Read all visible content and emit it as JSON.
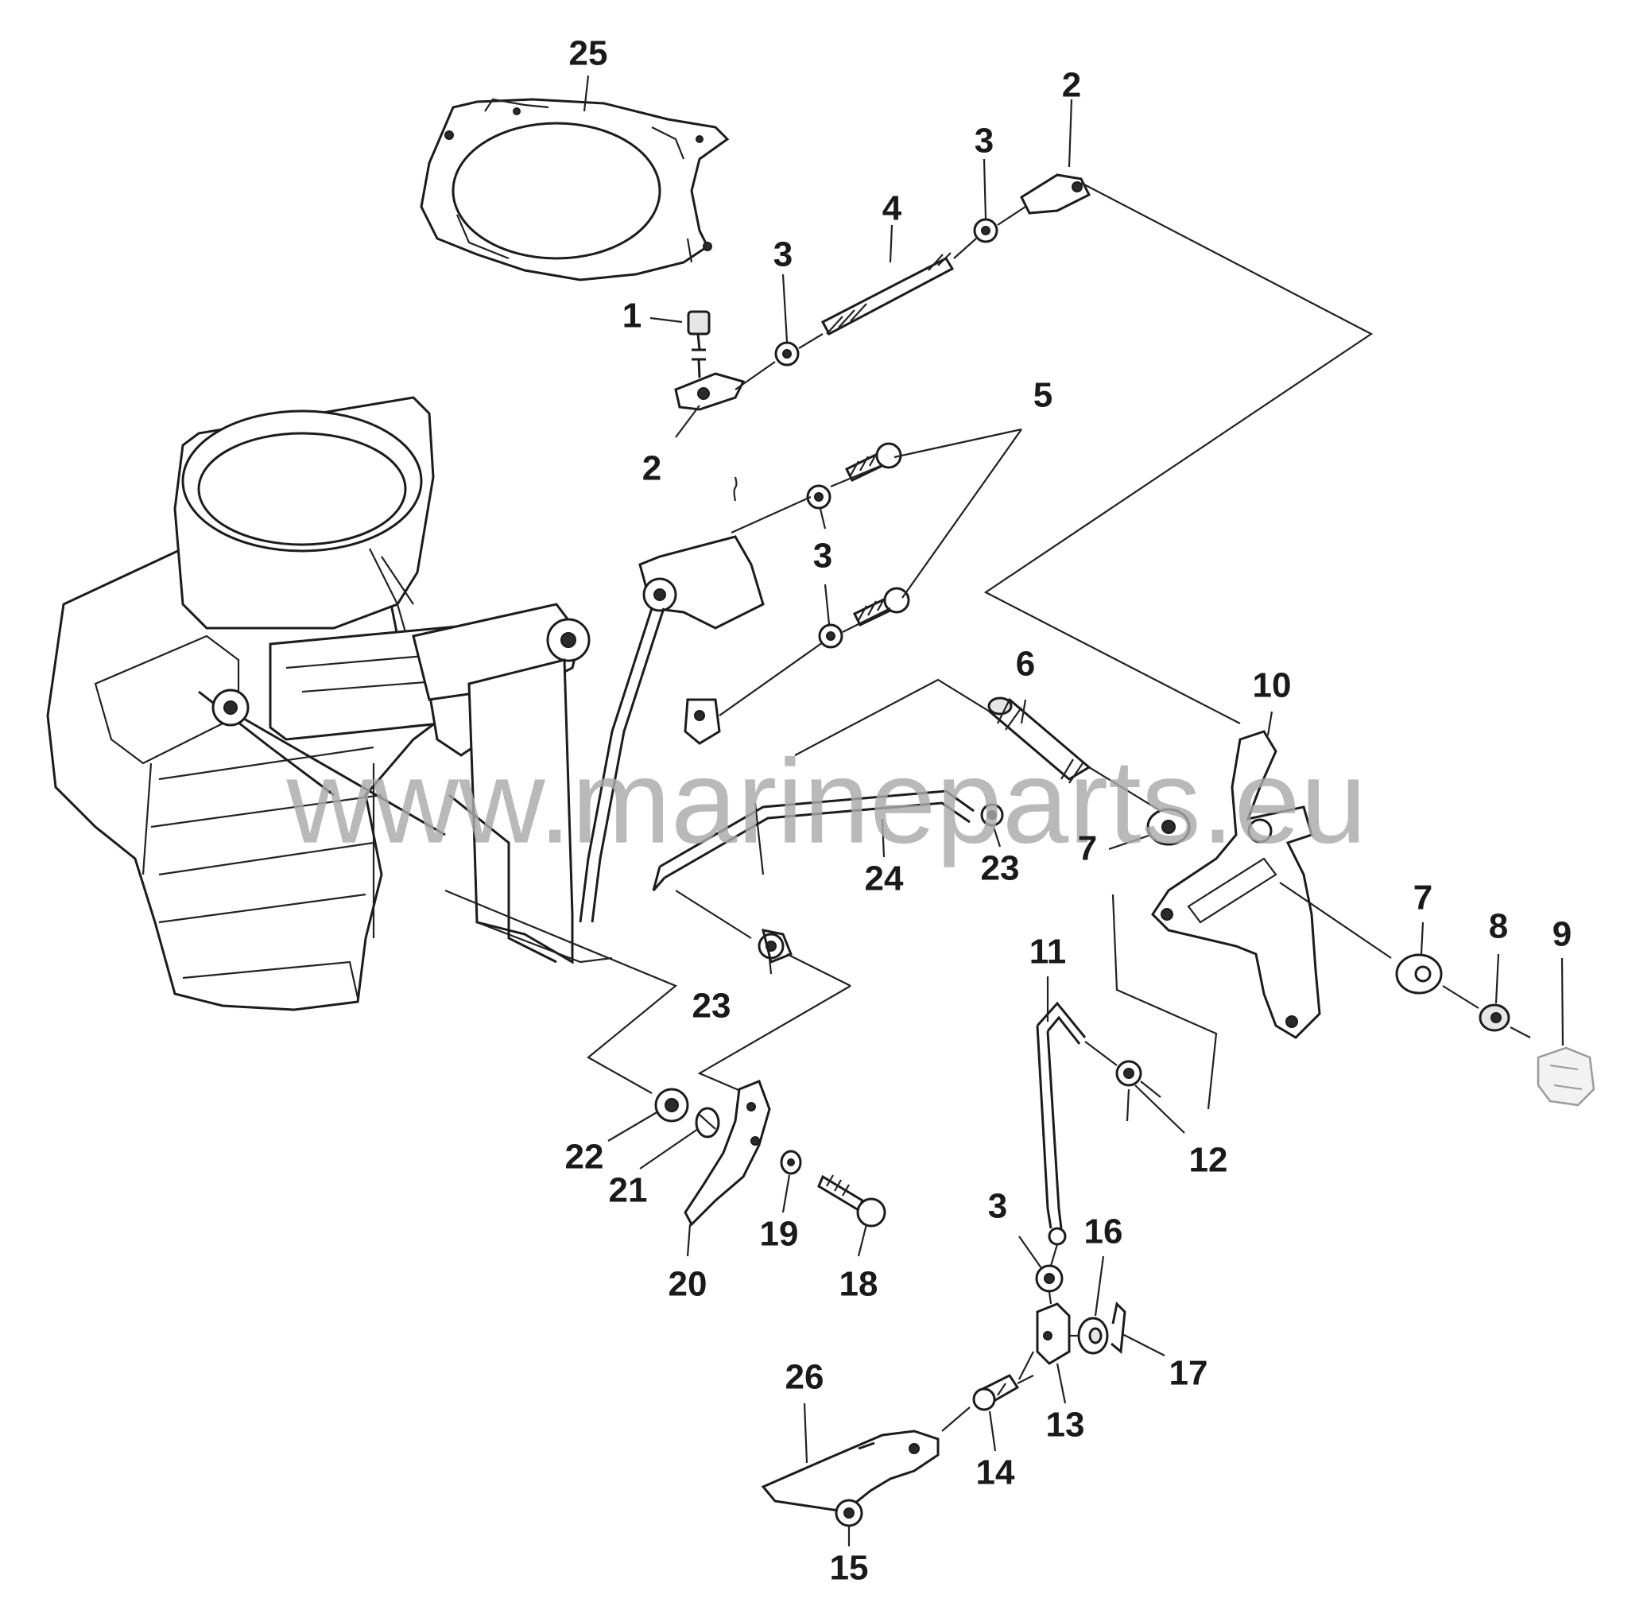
{
  "diagram": {
    "callouts": [
      "25",
      "2",
      "3",
      "4",
      "3",
      "1",
      "2",
      "5",
      "3",
      "6",
      "10",
      "7",
      "23",
      "24",
      "7",
      "8",
      "9",
      "11",
      "23",
      "12",
      "22",
      "21",
      "20",
      "19",
      "18",
      "3",
      "16",
      "17",
      "26",
      "13",
      "14",
      "15"
    ],
    "watermark": "www.marineparts.eu"
  }
}
